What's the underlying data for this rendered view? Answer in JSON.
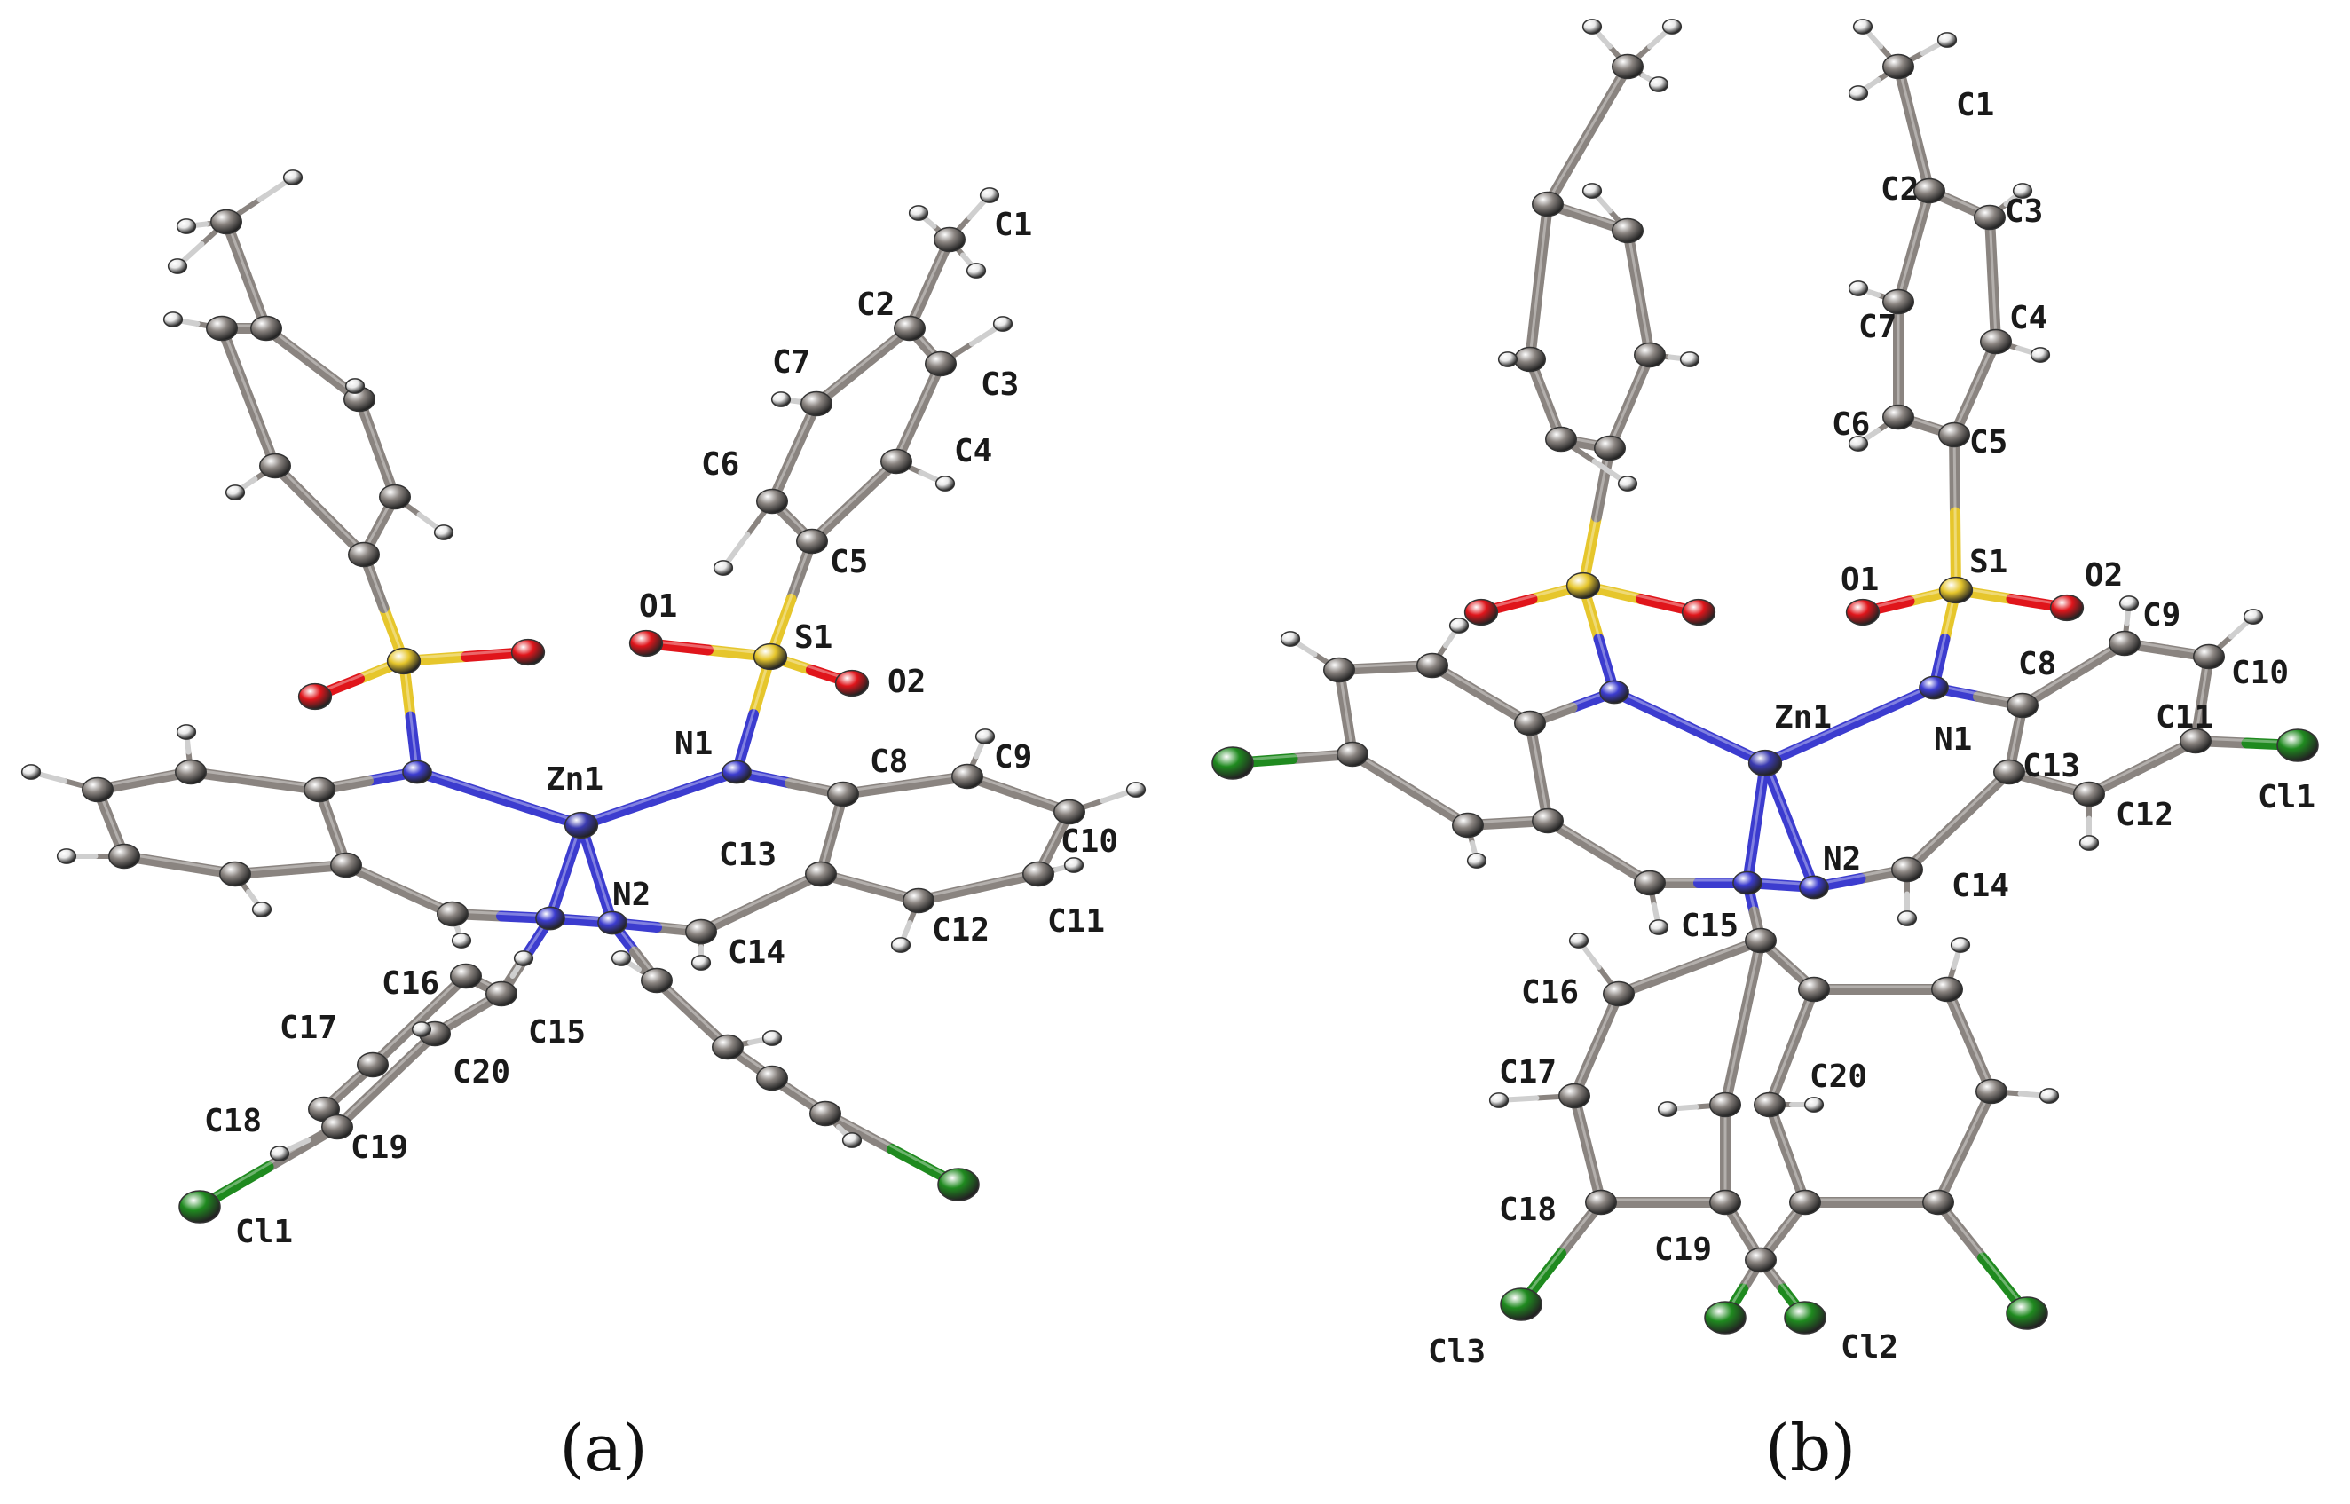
{
  "panels": [
    {
      "id": "a",
      "caption": "(a)",
      "labels": [
        "C1",
        "C2",
        "C3",
        "C4",
        "C5",
        "C6",
        "C7",
        "O1",
        "S1",
        "O2",
        "N1",
        "Zn1",
        "C8",
        "C9",
        "C10",
        "C13",
        "N2",
        "C11",
        "C12",
        "C14",
        "C16",
        "C17",
        "C15",
        "C20",
        "C18",
        "C19",
        "Cl1"
      ]
    },
    {
      "id": "b",
      "caption": "(b)",
      "labels": [
        "C1",
        "C2",
        "C3",
        "C7",
        "C4",
        "C6",
        "C5",
        "O1",
        "S1",
        "O2",
        "C9",
        "C8",
        "C10",
        "Zn1",
        "N1",
        "C11",
        "C13",
        "Cl1",
        "C12",
        "N2",
        "C14",
        "C15",
        "C16",
        "C20",
        "C17",
        "C18",
        "C19",
        "Cl3",
        "Cl2"
      ]
    }
  ],
  "colors": {
    "carbon": "#8a8480",
    "hydrogen": "#e8e8e8",
    "nitrogen": "#3c3ccf",
    "zinc": "#3a3ab0",
    "sulfur": "#e6c62c",
    "oxygen": "#e0151b",
    "chlorine": "#1f8a1f",
    "label": "#1a1a1a"
  }
}
